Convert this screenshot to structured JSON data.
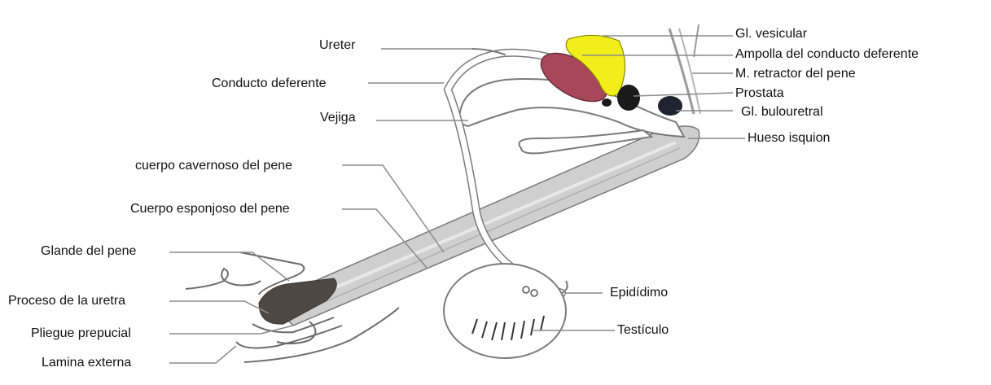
{
  "labels_left": [
    {
      "id": "ureter",
      "text": "Ureter"
    },
    {
      "id": "conducto-deferente",
      "text": "Conducto deferente"
    },
    {
      "id": "vejiga",
      "text": "Vejiga"
    },
    {
      "id": "cuerpo-cavernoso",
      "text": "cuerpo cavernoso del pene"
    },
    {
      "id": "cuerpo-esponjoso",
      "text": "Cuerpo esponjoso del pene"
    },
    {
      "id": "glande",
      "text": "Glande del pene"
    },
    {
      "id": "proceso-uretra",
      "text": "Proceso de la uretra"
    },
    {
      "id": "pliegue-prepucial",
      "text": "Pliegue prepucial"
    },
    {
      "id": "lamina-externa",
      "text": "Lamina externa"
    }
  ],
  "labels_right": [
    {
      "id": "gl-vesicular",
      "text": "Gl. vesicular"
    },
    {
      "id": "ampolla",
      "text": "Ampolla del conducto deferente"
    },
    {
      "id": "m-retractor",
      "text": "M. retractor del pene"
    },
    {
      "id": "prostata",
      "text": "Prostata"
    },
    {
      "id": "gl-bulouretral",
      "text": "Gl. bulouretral"
    },
    {
      "id": "hueso-isquion",
      "text": "Hueso isquion"
    },
    {
      "id": "epididimo",
      "text": "Epidídimo"
    },
    {
      "id": "testiculo",
      "text": "Testículo"
    }
  ],
  "colors": {
    "leader_line": "#8a8a8a",
    "outline": "#6b6b6b",
    "penis_body": "#c9c9c9",
    "vesicular_gland": "#f2ee1c",
    "ampulla": "#a8465a",
    "dark_gland": "#1a1a1a",
    "glans": "#4a4440",
    "tubule_fill": "#ffffff"
  }
}
